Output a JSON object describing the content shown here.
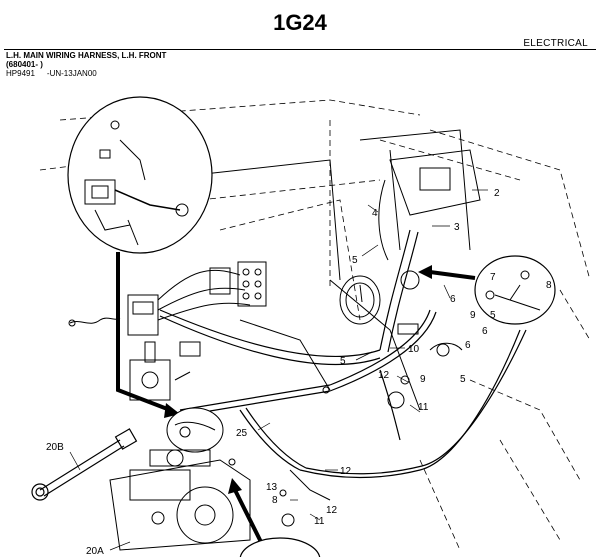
{
  "page": {
    "title": "1G24",
    "section": "ELECTRICAL"
  },
  "header": {
    "line1": "L.H. MAIN WIRING HARNESS, L.H. FRONT",
    "line2": "(680401-      )",
    "ref_code": "HP9491",
    "ref_date": "-UN-13JAN00"
  },
  "callouts": [
    {
      "id": "c2",
      "label": "2"
    },
    {
      "id": "c3",
      "label": "3"
    },
    {
      "id": "c4",
      "label": "4"
    },
    {
      "id": "c5a",
      "label": "5"
    },
    {
      "id": "c6a",
      "label": "6"
    },
    {
      "id": "c7",
      "label": "7"
    },
    {
      "id": "c8",
      "label": "8"
    },
    {
      "id": "c9a",
      "label": "9"
    },
    {
      "id": "c6b",
      "label": "6"
    },
    {
      "id": "c5b",
      "label": "5"
    },
    {
      "id": "c10",
      "label": "10"
    },
    {
      "id": "c6c",
      "label": "6"
    },
    {
      "id": "c5c",
      "label": "5"
    },
    {
      "id": "c9b",
      "label": "9"
    },
    {
      "id": "c5d",
      "label": "5"
    },
    {
      "id": "c12a",
      "label": "12"
    },
    {
      "id": "c11a",
      "label": "11"
    },
    {
      "id": "c25",
      "label": "25"
    },
    {
      "id": "c20b",
      "label": "20B"
    },
    {
      "id": "c12b",
      "label": "12"
    },
    {
      "id": "c13",
      "label": "13"
    },
    {
      "id": "c8b",
      "label": "8"
    },
    {
      "id": "c12c",
      "label": "12"
    },
    {
      "id": "c11b",
      "label": "11"
    },
    {
      "id": "c20a",
      "label": "20A"
    }
  ]
}
